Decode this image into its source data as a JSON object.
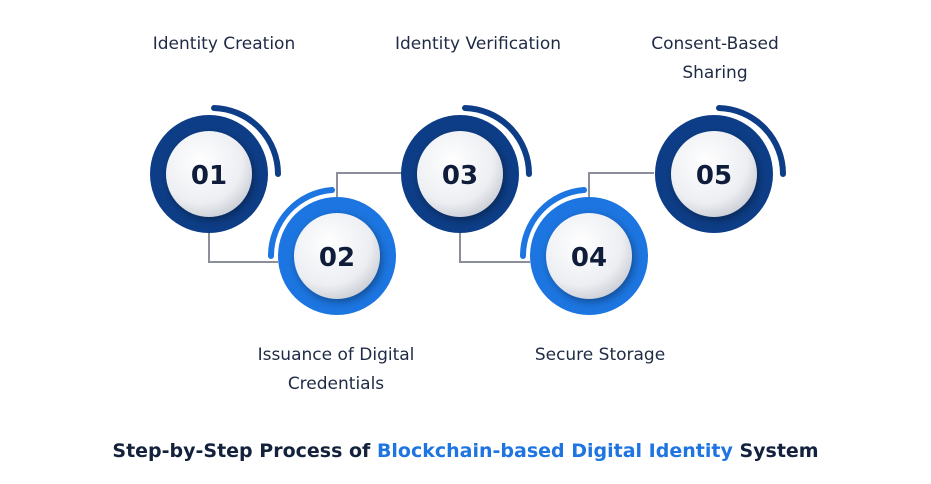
{
  "steps": [
    {
      "number": "01",
      "label": "Identity Creation",
      "color": "#0d3d86"
    },
    {
      "number": "02",
      "label": "Issuance of Digital Credentials",
      "color": "#1c75e0"
    },
    {
      "number": "03",
      "label": "Identity Verification",
      "color": "#0d3d86"
    },
    {
      "number": "04",
      "label": "Secure Storage",
      "color": "#1c75e0"
    },
    {
      "number": "05",
      "label": "Consent-Based Sharing",
      "color": "#0d3d86"
    }
  ],
  "title": {
    "part1": "Step-by-Step Process of ",
    "highlight": "Blockchain-based Digital Identity",
    "part2": " System"
  },
  "colors": {
    "dark_blue": "#0d3d86",
    "bright_blue": "#1c75e0",
    "connector": "#8a8f99",
    "text": "#1f2a44"
  }
}
